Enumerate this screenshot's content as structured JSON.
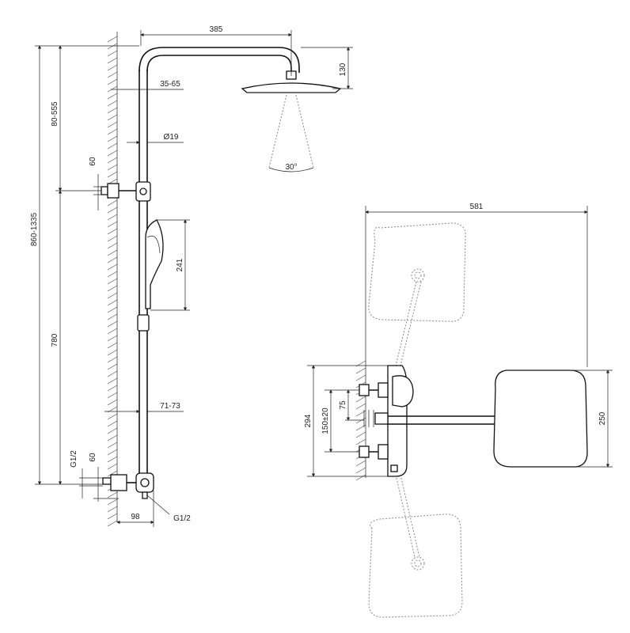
{
  "side_view": {
    "labels": {
      "arm_length": "385",
      "head_height": "130",
      "wall_distance": "35-65",
      "pipe_diameter": "Ø19",
      "spray_angle": "30°",
      "top_bracket_offset": "60",
      "total_height": "860-1335",
      "upper_adjust": "80-555",
      "lower_height": "780",
      "hand_shower_range": "241",
      "lower_wall_distance": "71-73",
      "thread_left": "G1/2",
      "bottom_offset": "60",
      "depth": "98",
      "thread_right": "G1/2"
    }
  },
  "top_view": {
    "labels": {
      "total_width": "581",
      "mixer_height": "294",
      "connection_spacing": "150±20",
      "spout_offset": "75",
      "head_size": "250"
    }
  }
}
